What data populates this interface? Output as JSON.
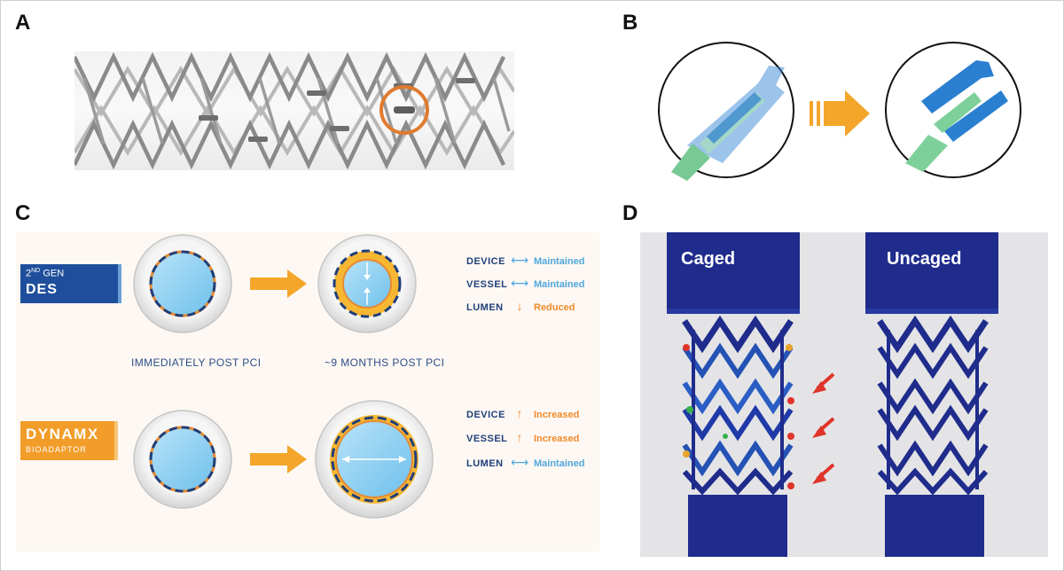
{
  "panels": {
    "a": {
      "label": "A"
    },
    "b": {
      "label": "B"
    },
    "c": {
      "label": "C",
      "des_badge": {
        "prefix": "2",
        "superscript": "ND",
        "gen": "GEN",
        "name": "DES"
      },
      "dynamx_badge": {
        "name": "DYNAMX",
        "sub": "BIOADAPTOR"
      },
      "caption_post": "IMMEDIATELY POST PCI",
      "caption_months": "~9 MONTHS POST PCI",
      "des_metrics": [
        {
          "key": "DEVICE",
          "arrow": "⟷",
          "value": "Maintained",
          "tone": "blue"
        },
        {
          "key": "VESSEL",
          "arrow": "⟷",
          "value": "Maintained",
          "tone": "blue"
        },
        {
          "key": "LUMEN",
          "arrow": "↓",
          "value": "Reduced",
          "tone": "orange"
        }
      ],
      "dynamx_metrics": [
        {
          "key": "DEVICE",
          "arrow": "↑",
          "value": "Increased",
          "tone": "orange"
        },
        {
          "key": "VESSEL",
          "arrow": "↑",
          "value": "Increased",
          "tone": "orange"
        },
        {
          "key": "LUMEN",
          "arrow": "⟷",
          "value": "Maintained",
          "tone": "blue"
        }
      ]
    },
    "d": {
      "label": "D",
      "caged_label": "Caged",
      "uncaged_label": "Uncaged"
    }
  },
  "colors": {
    "navy": "#1f2c8c",
    "lumen_blue": "#8fd0f2",
    "tissue_orange": "#f7b733",
    "arrow_orange": "#f3a62a",
    "des_badge": "#1f4f9c",
    "dynamx_badge": "#f29d2a",
    "device_blue": "#2b7fd0",
    "balloon_green": "#7ed09a"
  }
}
